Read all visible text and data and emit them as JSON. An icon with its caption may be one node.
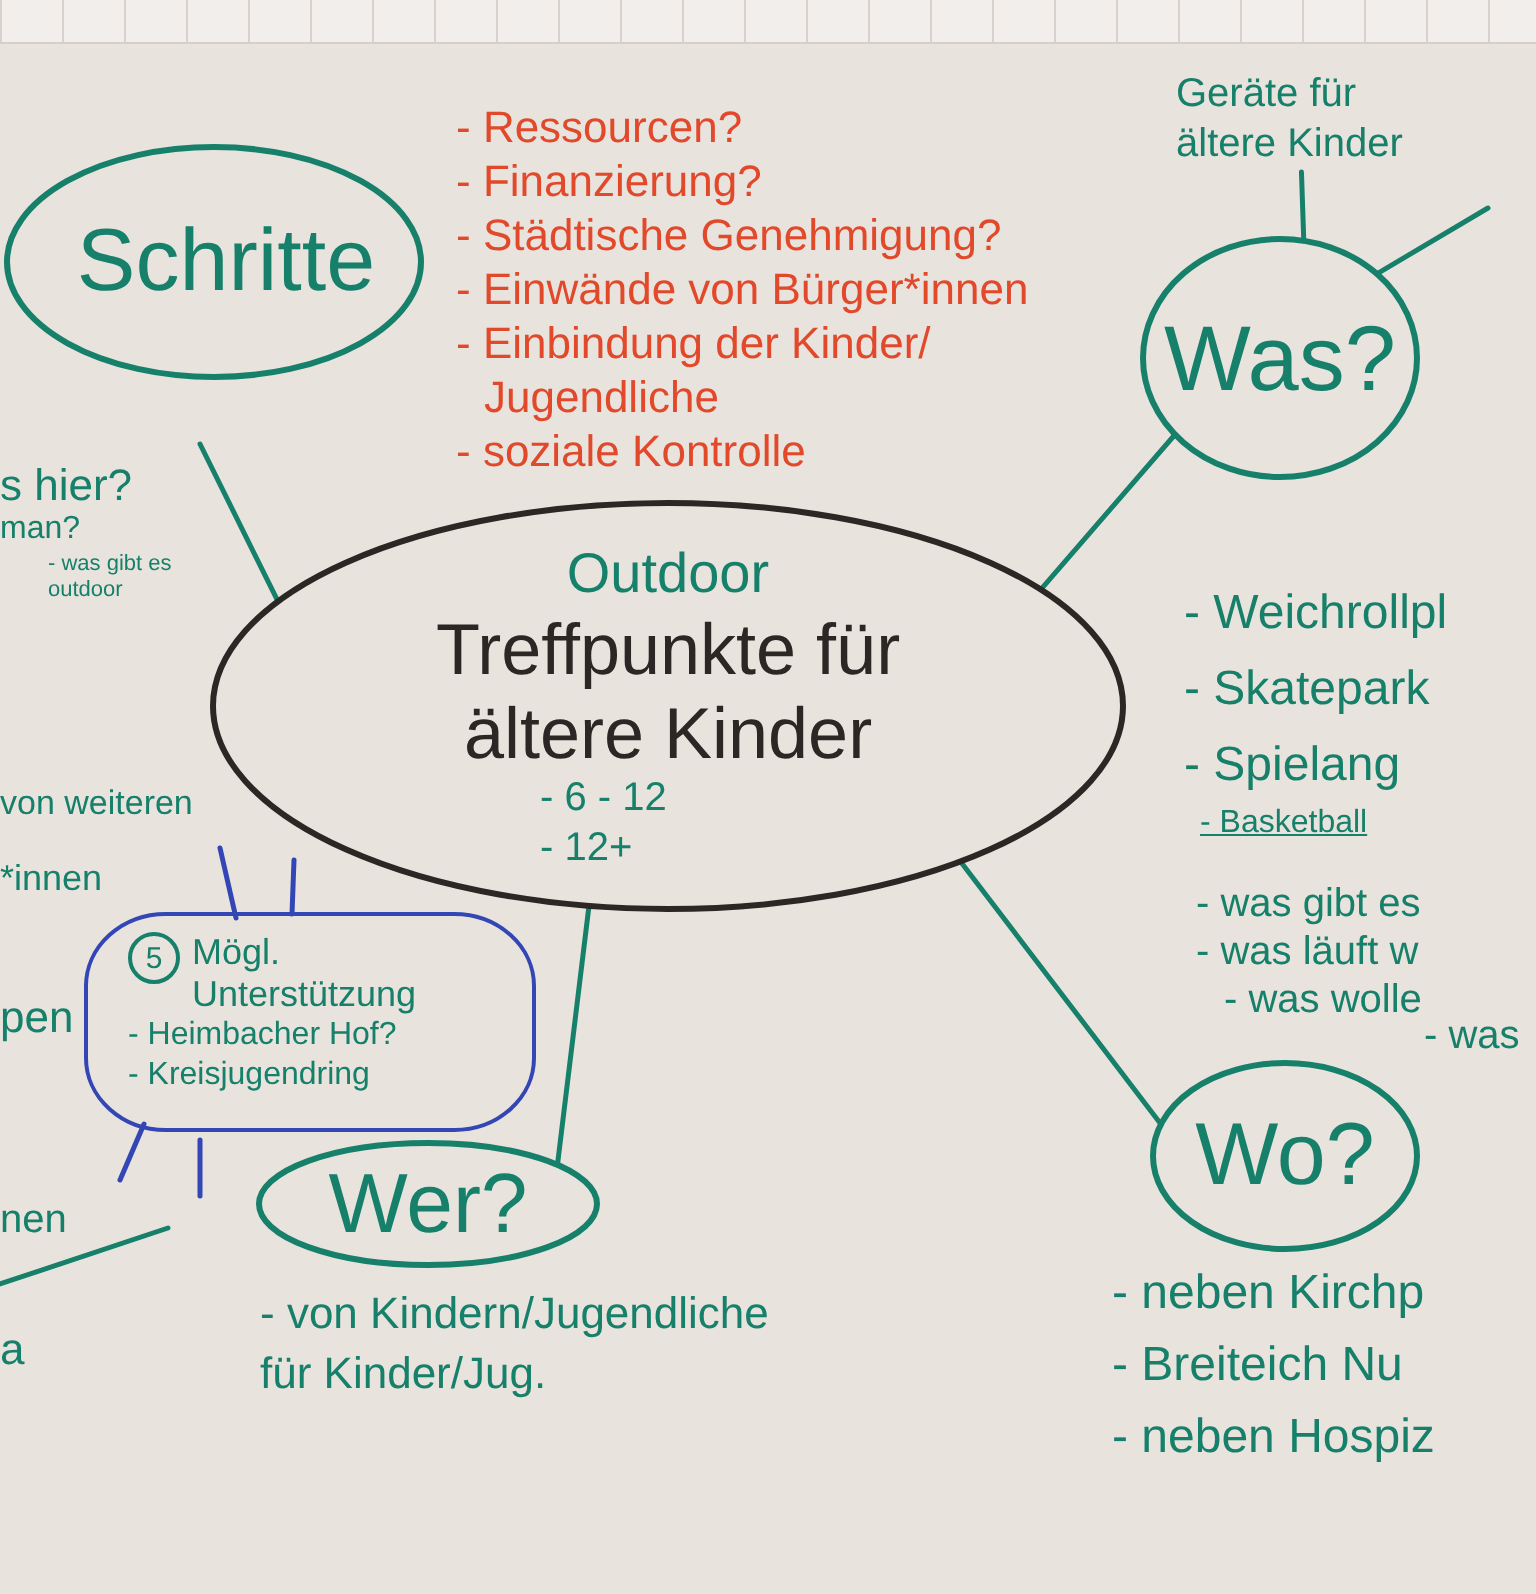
{
  "diagram": {
    "nodes": [
      {
        "text": [
          "Schritte"
        ]
      },
      {
        "text": [
          "Geräte für ältere Kinder"
        ]
      },
      {
        "text": [
          "Was?"
        ],
        "beside": [
          "- Weichrollpl",
          "- Skatepark",
          "- Spielang",
          "- Basketball",
          "- was gibt es",
          "- was läuft w",
          "- was wolle",
          "- was"
        ]
      },
      {
        "text": [
          "Outdoor",
          "Treffpunkte für ältere Kinder",
          "- 6 - 12",
          "- 12+"
        ]
      },
      {
        "text": [
          "Mögl. Unterstützung",
          "- Heimbacher Hof?",
          "- Kreisjugendring"
        ]
      },
      {
        "text": [
          "5"
        ],
        "in": 4
      },
      {
        "text": [
          "Wer?"
        ],
        "beside": [
          "- von Kindern/Jugendliche für Kinder/Jug."
        ]
      },
      {
        "text": [
          "Wo?"
        ],
        "beside": [
          "- neben Kirchp",
          "- Breiteich Nu",
          "- neben Hospiz"
        ]
      }
    ],
    "edges": [
      {
        "from": 3,
        "to": 2,
        "arrow": "none"
      },
      {
        "from": 3,
        "to": 7,
        "arrow": "none"
      },
      {
        "from": 3,
        "to": 6,
        "arrow": "none"
      },
      {
        "from": 3,
        "to": null,
        "arrow": "none"
      },
      {
        "from": 2,
        "to": 1,
        "arrow": "none"
      },
      {
        "from": 2,
        "to": null,
        "arrow": "none"
      }
    ],
    "labels": [
      "- Ressourcen?",
      "- Finanzierung?",
      "- Städtische Genehmigung?",
      "- Einwände von Bürger*innen",
      "- Einbindung der Kinder/ Jugendliche",
      "- soziale Kontrolle",
      "s hier?",
      "man?",
      "- was gibt es outdoor",
      "von weiteren",
      "*innen",
      "pen",
      "nen",
      "a"
    ]
  }
}
